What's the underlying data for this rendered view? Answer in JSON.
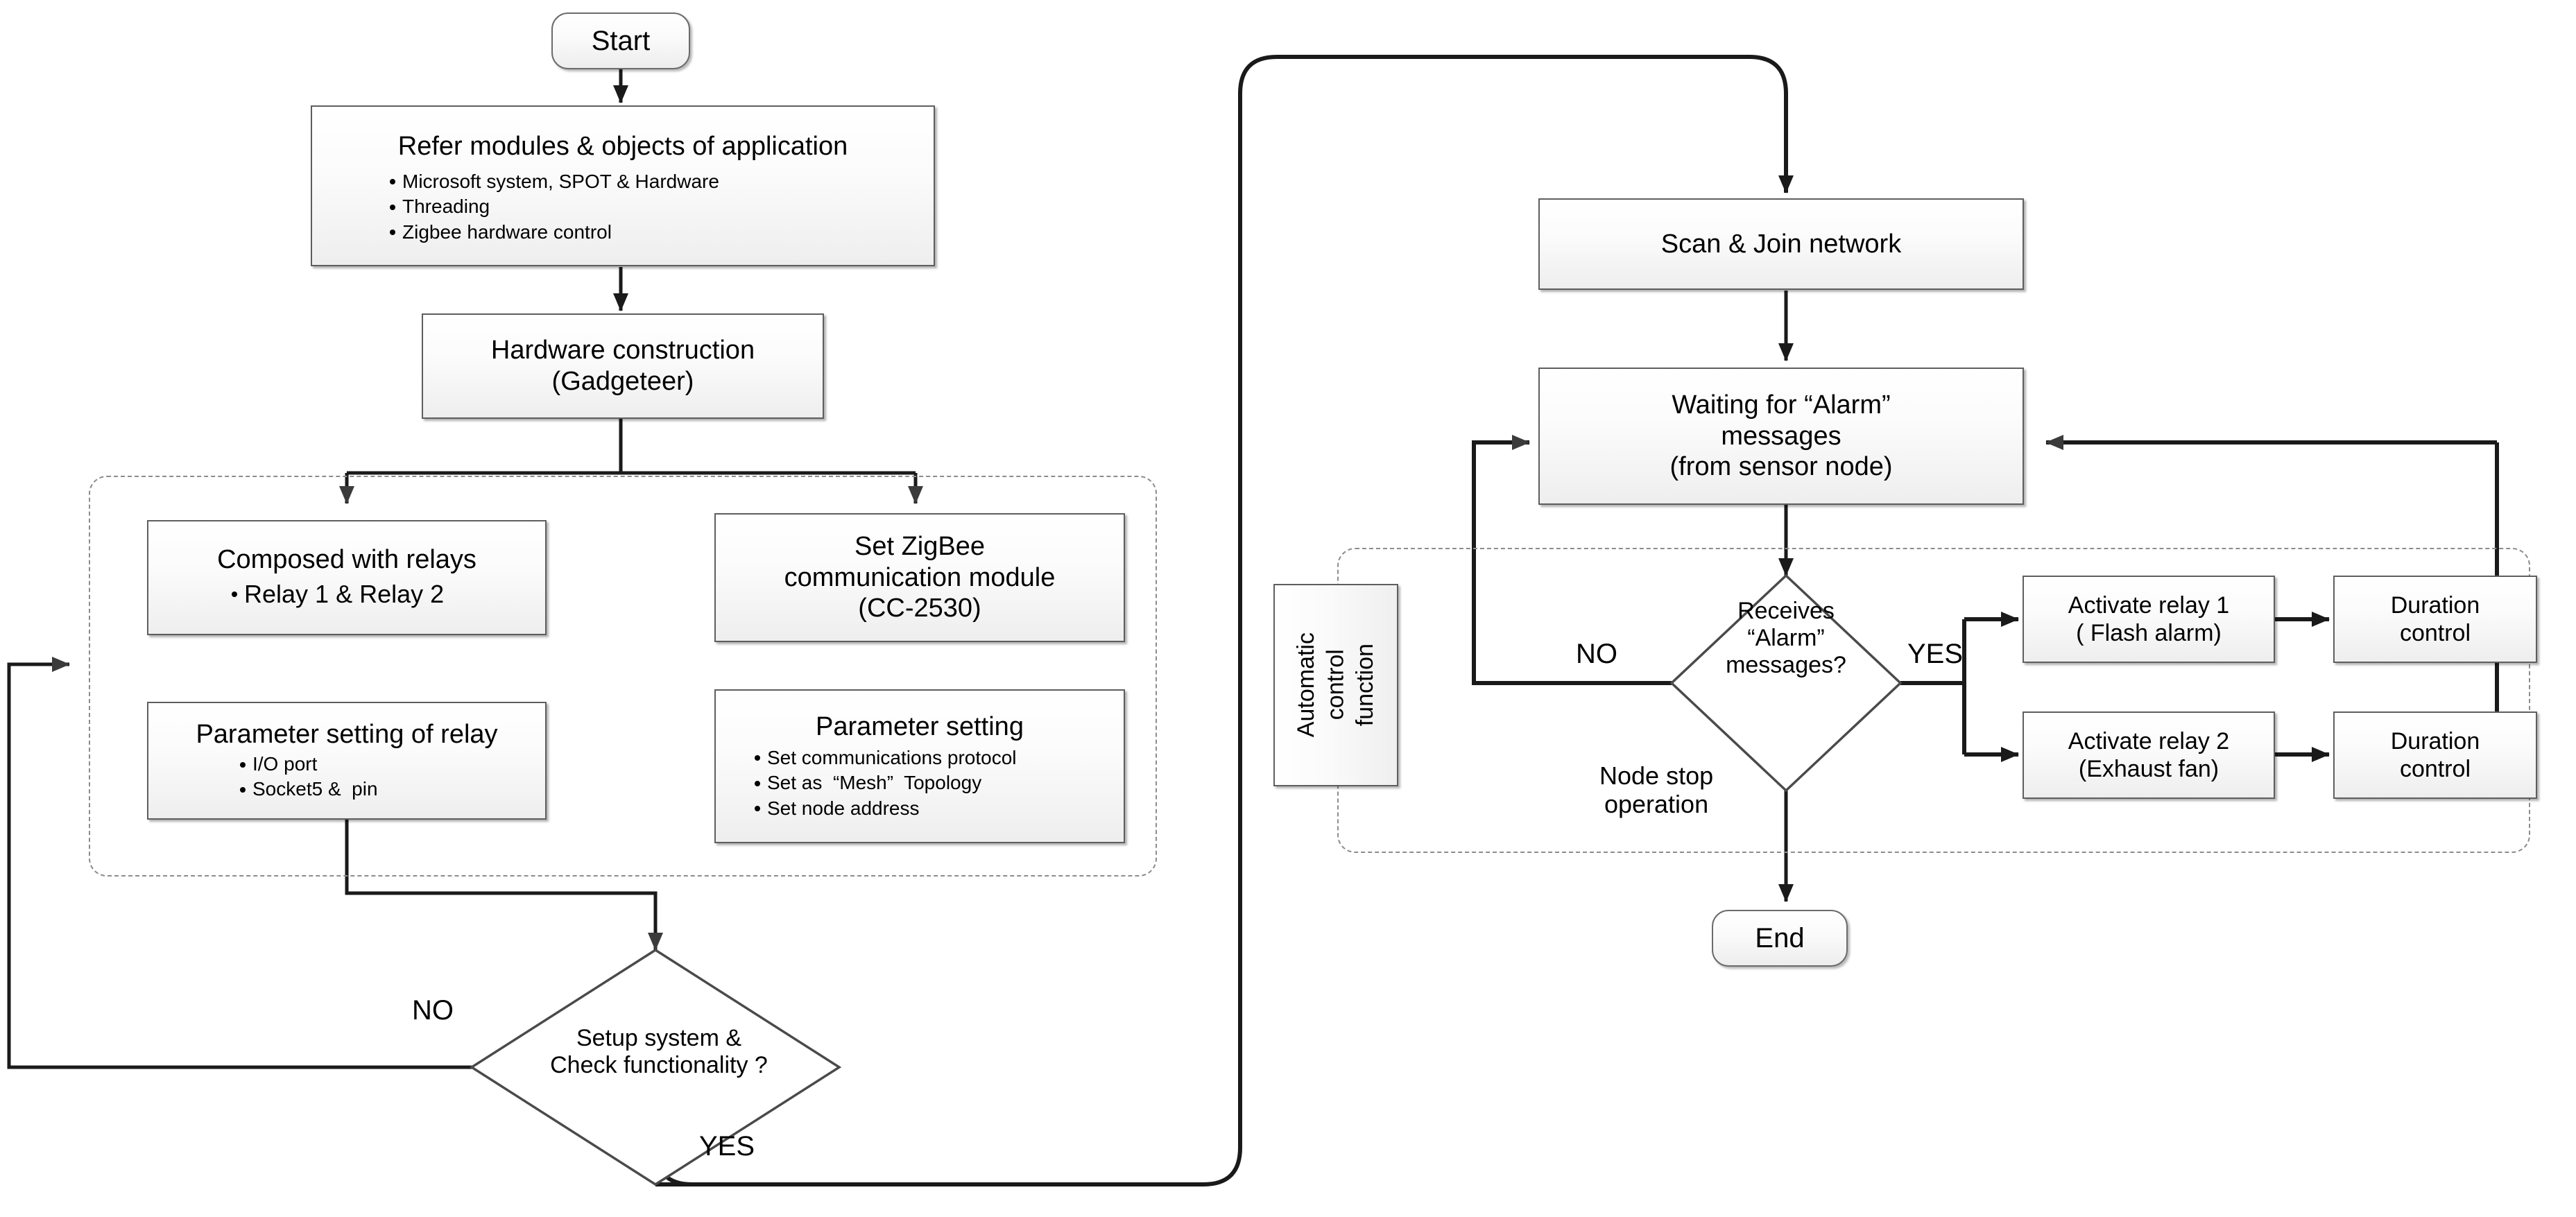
{
  "diagram": {
    "title": "System operation flowchart (ZigBee relay control node)",
    "colors": {
      "node_border": "#5e5e5e",
      "node_fill_top": "#ffffff",
      "node_fill_bottom": "#eeeeee",
      "connector": "#1a1a1a",
      "group_dash": "#8c8c8c",
      "background": "#ffffff"
    }
  },
  "left_branch": {
    "start": {
      "label": "Start"
    },
    "refer_modules": {
      "title": "Refer  modules  & objects of application",
      "bullets": [
        "Microsoft system, SPOT & Hardware",
        "Threading",
        "Zigbee hardware control"
      ]
    },
    "hardware_construction": {
      "title": "Hardware construction\n(Gadgeteer)"
    },
    "composed_with_relays": {
      "title": "Composed with relays",
      "bullets": [
        "Relay 1 & Relay 2"
      ]
    },
    "set_zigbee_module": {
      "title": "Set ZigBee\ncommunication module\n(CC-2530)"
    },
    "parameter_setting_relay": {
      "title": "Parameter setting of relay",
      "bullets": [
        "I/O port",
        "Socket5 &  pin"
      ]
    },
    "parameter_setting_zigbee": {
      "title": "Parameter setting",
      "bullets": [
        "Set communications protocol",
        "Set as  “Mesh”  Topology",
        "Set node address"
      ]
    },
    "setup_check_decision": {
      "title": "Setup system &\nCheck functionality ?",
      "no_label": "NO",
      "yes_label": "YES"
    }
  },
  "right_branch": {
    "scan_join": {
      "title": "Scan & Join network"
    },
    "waiting_alarm": {
      "title": "Waiting for  “Alarm”\nmessages\n(from sensor node)"
    },
    "automatic_control": {
      "title": "Automatic\ncontrol\nfunction"
    },
    "receives_alarm_decision": {
      "title": "Receives\n“Alarm”\nmessages?",
      "no_label": "NO",
      "yes_label": "YES",
      "stop_label": "Node stop\noperation"
    },
    "activate_relay_1": {
      "title": "Activate relay 1\n( Flash alarm)"
    },
    "duration_control_1": {
      "title": "Duration\ncontrol"
    },
    "activate_relay_2": {
      "title": "Activate relay 2\n(Exhaust fan)"
    },
    "duration_control_2": {
      "title": "Duration\ncontrol"
    },
    "end": {
      "label": "End"
    }
  }
}
